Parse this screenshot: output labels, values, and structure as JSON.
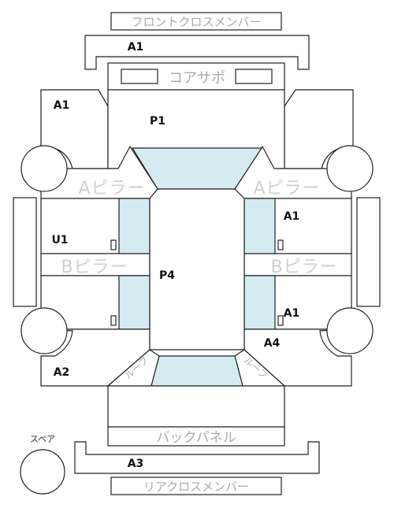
{
  "labels": {
    "front_cross_member": "フロントクロスメンバー",
    "core_support": "コアサポ",
    "a_pillar": "Aピラー",
    "b_pillar": "Bピラー",
    "roof": "ルーフ",
    "back_panel": "バックパネル",
    "rear_cross_member": "リアクロスメンバー",
    "spare": "スペア"
  },
  "grades": {
    "front_member": "A1",
    "front_left_fender": "A1",
    "bonnet": "P1",
    "right_front_door": "A1",
    "left_front_door": "U1",
    "roof": "P4",
    "right_rear_door": "A1",
    "right_quarter": "A4",
    "left_quarter": "A2",
    "rear_member": "A3"
  },
  "colors": {
    "glass": "#d4ebf2",
    "outline": "#222222",
    "label_gray": "#aaaaaa"
  }
}
